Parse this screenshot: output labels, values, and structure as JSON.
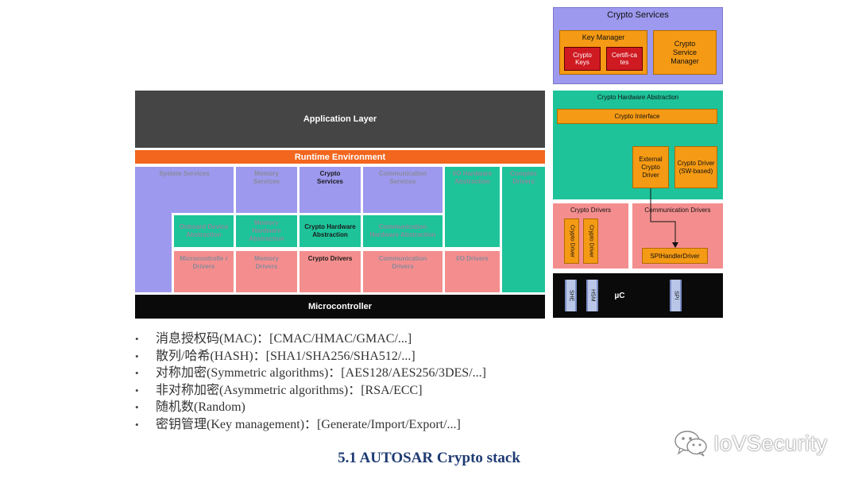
{
  "left_stack": {
    "application_layer": "Application Layer",
    "rte": "Runtime Environment",
    "microcontroller": "Microcontroller",
    "system_services": "System Services",
    "memory_services": "Memory Services",
    "crypto_services": "Crypto Services",
    "communication_services": "Communication Services",
    "io_hw_abstraction": "I/O Hardware Abstraction",
    "complex_drivers": "Complex Drivers",
    "onboard_device_abstraction": "Onboard Device Abstraction",
    "memory_hw_abstraction": "Memory Hardware Abstraction",
    "crypto_hw_abstraction": "Crypto Hardware Abstraction",
    "communication_hw_abstraction": "Communication Hardware Abstraction",
    "microcontroller_drivers": "Microcontrolle r Drivers",
    "memory_drivers": "Memory Drivers",
    "crypto_drivers": "Crypto Drivers",
    "communication_drivers": "Communication Drivers",
    "io_drivers": "I/O Drivers"
  },
  "right_stack": {
    "crypto_services_title": "Crypto Services",
    "key_manager": "Key Manager",
    "crypto_keys": "Crypto Keys",
    "certificates": "Certifi-cates",
    "csm": "Crypto Service Manager",
    "cryif_title": "Crypto Hardware Abstraction",
    "crypto_interface": "Crypto Interface",
    "external_crypto_driver": "External Crypto Driver",
    "crypto_driver_sw": "Crypto Driver (SW-based)",
    "crypto_drivers_title": "Crypto Drivers",
    "crypto_driver_1": "Crypto Driver",
    "crypto_driver_2": "Crypto Driver",
    "comm_drivers_title": "Communication Drivers",
    "spi_handler_driver": "SPIHandlerDriver",
    "she": "SHE",
    "hsm": "HSM",
    "uc": "µC",
    "spi": "SPI"
  },
  "bullets": [
    "消息授权码(MAC)：[CMAC/HMAC/GMAC/...]",
    "散列/哈希(HASH)：[SHA1/SHA256/SHA512/...]",
    "对称加密(Symmetric algorithms)：[AES128/AES256/3DES/...]",
    "非对称加密(Asymmetric algorithms)：[RSA/ECC]",
    "随机数(Random)",
    "密钥管理(Key management)：[Generate/Import/Export/...]"
  ],
  "caption": "5.1 AUTOSAR Crypto stack",
  "watermark": "IoVSecurity",
  "colors": {
    "application": "#454545",
    "rte": "#f2661e",
    "services": "#9d99ee",
    "abstraction": "#1ec39a",
    "drivers": "#f48e8e",
    "microcontroller": "#0a0a0a",
    "orange_box": "#f59a14",
    "crypto_red": "#cf1a22",
    "caption": "#1f3b73"
  }
}
